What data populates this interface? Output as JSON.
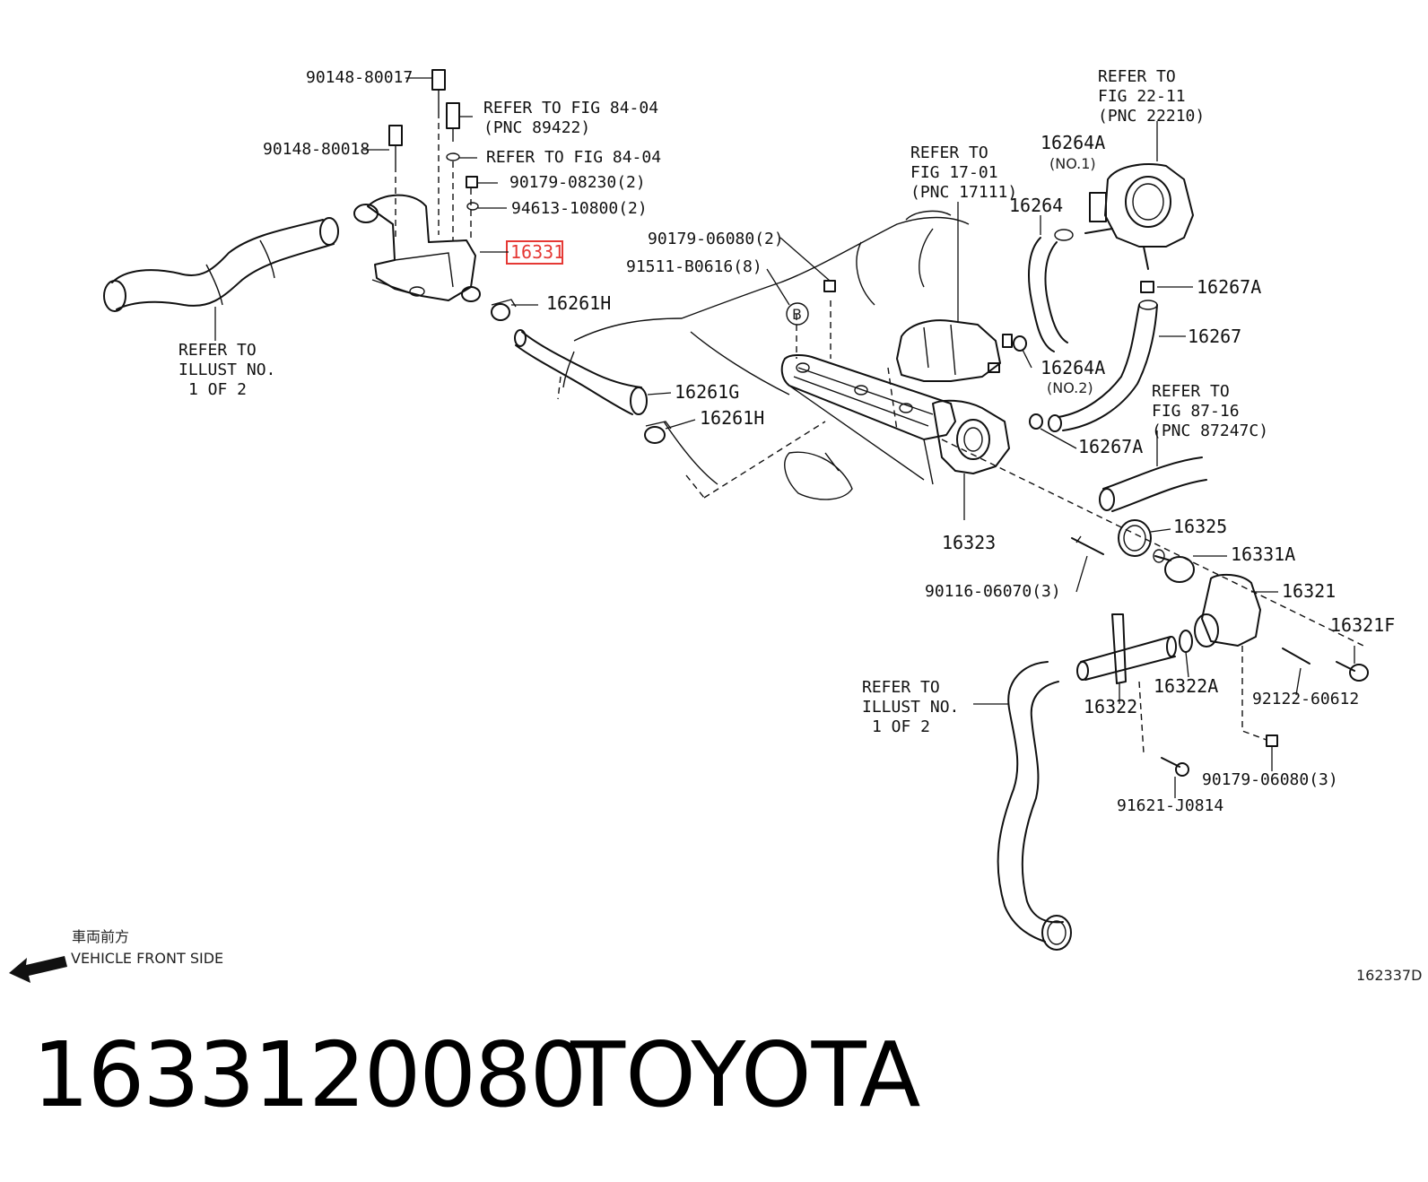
{
  "diagram": {
    "code": "162337D",
    "callouts": {
      "c1": "90148-80017",
      "c2": "REFER TO FIG 84-04",
      "c3": "(PNC 89422)",
      "c4": "90148-80018",
      "c5": "REFER TO FIG 84-04",
      "c6": "90179-08230(2)",
      "c7": "94613-10800(2)",
      "c8": "16331",
      "c9": "16261H",
      "c10": "REFER TO",
      "c11": "ILLUST NO.",
      "c12": "1 OF 2",
      "c13": "90179-06080(2)",
      "c14": "91511-B0616(8)",
      "c15": "B",
      "c16": "16261G",
      "c17": "16261H",
      "c18": "REFER TO",
      "c19": "FIG 17-01",
      "c20": "(PNC 17111)",
      "c21": "16264A",
      "c22": "(NO.1)",
      "c23": "16264",
      "c24": "REFER TO",
      "c25": "FIG 22-11",
      "c26": "(PNC 22210)",
      "c27": "16267A",
      "c28": "16267",
      "c29": "16264A",
      "c30": "(NO.2)",
      "c31": "REFER TO",
      "c32": "FIG 87-16",
      "c33": "(PNC 87247C)",
      "c34": "16267A",
      "c35": "16323",
      "c36": "16325",
      "c37": "16331A",
      "c38": "90116-06070(3)",
      "c39": "16321",
      "c40": "16321F",
      "c41": "REFER TO",
      "c42": "ILLUST NO.",
      "c43": "1 OF 2",
      "c44": "16322A",
      "c45": "92122-60612",
      "c46": "16322",
      "c47": "90179-06080(3)",
      "c48": "91621-J0814"
    },
    "front_label_jp": "車両前方",
    "front_label_en": "VEHICLE FRONT SIDE"
  },
  "footer": {
    "part_number": "1633120080",
    "brand": "TOYOTA"
  },
  "colors": {
    "highlight": "#e53935",
    "line": "#111111"
  }
}
